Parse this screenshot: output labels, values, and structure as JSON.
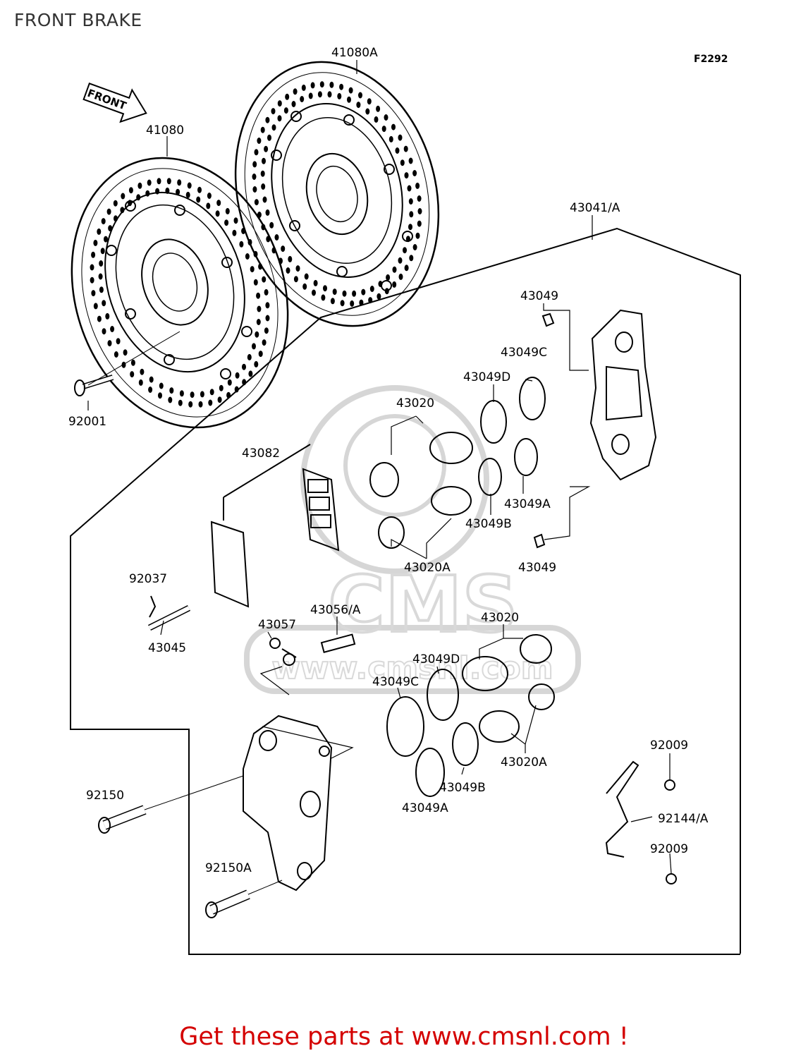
{
  "header": {
    "title": "FRONT BRAKE"
  },
  "diagram": {
    "code": "F2292",
    "arrow_label": "FRONT",
    "watermark": "CMS",
    "watermark_url": "www.cmsnl.com",
    "labels": [
      "41080A",
      "41080",
      "43041/A",
      "43049",
      "43049C",
      "43049D",
      "43020",
      "92001",
      "43082",
      "43049A",
      "43049B",
      "43049",
      "43020A",
      "92037",
      "43056/A",
      "43057",
      "43045",
      "43020",
      "43049D",
      "43049C",
      "92009",
      "43020A",
      "92150",
      "43049B",
      "92144/A",
      "43049A",
      "92009",
      "92150A"
    ]
  },
  "footer": {
    "cta": "Get these parts at www.cmsnl.com !"
  },
  "colors": {
    "footer_text": "#d40000",
    "title_text": "#333333",
    "line": "#000000",
    "watermark": "#d6d6d6"
  }
}
